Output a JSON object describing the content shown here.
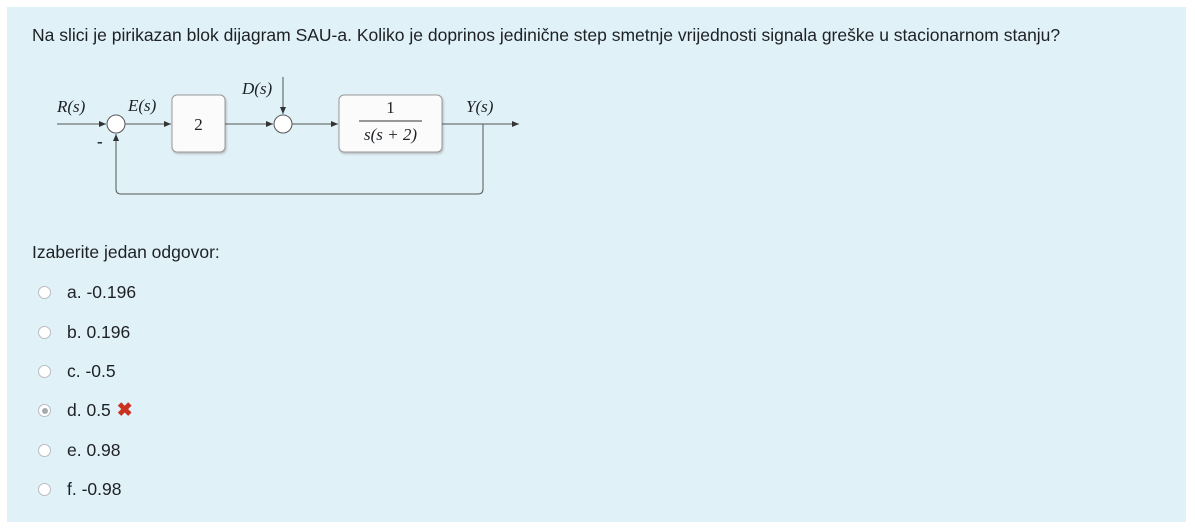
{
  "question": {
    "text": "Na slici je pirikazan blok dijagram SAU-a. Koliko je doprinos jedinične step smetnje vrijednosti signala greške u stacionarnom stanju?"
  },
  "diagram": {
    "input_label": "R(s)",
    "error_label": "E(s)",
    "disturbance_label": "D(s)",
    "output_label": "Y(s)",
    "gain_block": "2",
    "plant_numerator": "1",
    "plant_denominator": "s(s + 2)",
    "feedback_sign": "-"
  },
  "answer": {
    "prompt": "Izaberite jedan odgovor:",
    "options": [
      {
        "label": "a. -0.196",
        "selected": false
      },
      {
        "label": "b. 0.196",
        "selected": false
      },
      {
        "label": "c. -0.5",
        "selected": false
      },
      {
        "label": "d. 0.5",
        "selected": true,
        "result": "incorrect"
      },
      {
        "label": "e. 0.98",
        "selected": false
      },
      {
        "label": "f. -0.98",
        "selected": false
      }
    ],
    "incorrect_icon": "cross-icon",
    "incorrect_color": "#ca3120"
  }
}
